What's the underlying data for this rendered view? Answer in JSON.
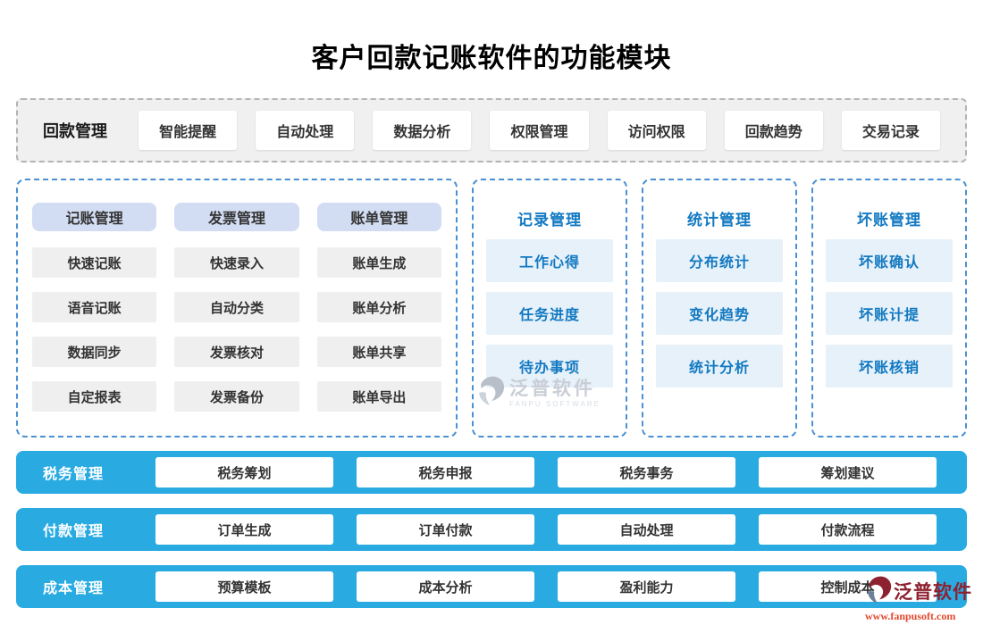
{
  "title": "客户回款记账软件的功能模块",
  "colors": {
    "bar_blue": "#29abe2",
    "dashed_border_blue": "#4a90d2",
    "dashed_border_gray": "#b3b3b3",
    "top_row_bg": "#f0f0f0",
    "header_chip_bg": "#d2dcf2",
    "gray_chip_bg": "#efefef",
    "blue_chip_bg": "#e7f1f9",
    "blue_text": "#1279c2",
    "watermark_maroon": "#8e2130",
    "watermark_orange": "#e2492e"
  },
  "top_row": {
    "label": "回款管理",
    "items": [
      "智能提醒",
      "自动处理",
      "数据分析",
      "权限管理",
      "访问权限",
      "回款趋势",
      "交易记录"
    ]
  },
  "grid": {
    "columns": [
      {
        "header": "记账管理",
        "items": [
          "快速记账",
          "语音记账",
          "数据同步",
          "自定报表"
        ]
      },
      {
        "header": "发票管理",
        "items": [
          "快速录入",
          "自动分类",
          "发票核对",
          "发票备份"
        ]
      },
      {
        "header": "账单管理",
        "items": [
          "账单生成",
          "账单分析",
          "账单共享",
          "账单导出"
        ]
      }
    ]
  },
  "panels": [
    {
      "header": "记录管理",
      "items": [
        "工作心得",
        "任务进度",
        "待办事项"
      ]
    },
    {
      "header": "统计管理",
      "items": [
        "分布统计",
        "变化趋势",
        "统计分析"
      ]
    },
    {
      "header": "坏账管理",
      "items": [
        "坏账确认",
        "坏账计提",
        "坏账核销"
      ]
    }
  ],
  "bottom_bars": [
    {
      "label": "税务管理",
      "items": [
        "税务筹划",
        "税务申报",
        "税务事务",
        "筹划建议"
      ]
    },
    {
      "label": "付款管理",
      "items": [
        "订单生成",
        "订单付款",
        "自动处理",
        "付款流程"
      ]
    },
    {
      "label": "成本管理",
      "items": [
        "预算模板",
        "成本分析",
        "盈利能力",
        "控制成本"
      ]
    }
  ],
  "watermark_center": {
    "name": "泛普软件",
    "sub": "FANPU SOFTWARE",
    "icon": "fanpu-logo-icon"
  },
  "watermark_corner": {
    "name": "泛普软件",
    "sub": "www.fanpusoft.com",
    "icon": "fanpu-logo-icon"
  }
}
